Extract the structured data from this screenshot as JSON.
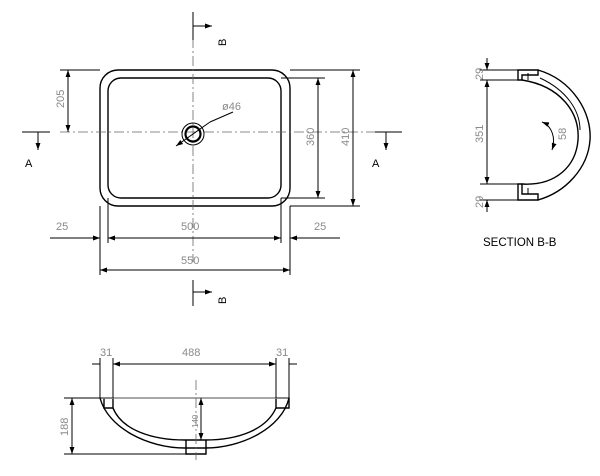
{
  "plan": {
    "dim_width_overall": "550",
    "dim_width_bowl": "500",
    "dim_rim_left": "25",
    "dim_rim_right": "25",
    "dim_depth_overall": "410",
    "dim_depth_bowl": "360",
    "dim_waste_offset": "205",
    "dim_waste_diameter": "ø46",
    "section_a_left": "A",
    "section_a_right": "A",
    "section_b_top": "B",
    "section_b_bottom": "B"
  },
  "section_bb": {
    "title": "SECTION B-B",
    "dim_top_rim": "29",
    "dim_inner": "351",
    "dim_bottom_rim": "29",
    "dim_radius": "58"
  },
  "section_aa": {
    "dim_rim_left": "31",
    "dim_inner_width": "488",
    "dim_rim_right": "31",
    "dim_height": "188",
    "dim_bowl_depth": "140"
  }
}
